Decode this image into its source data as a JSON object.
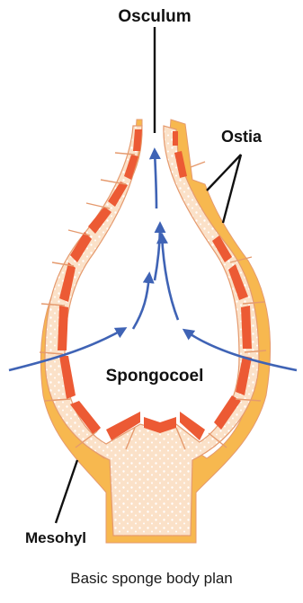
{
  "labels": {
    "osculum": "Osculum",
    "ostia": "Ostia",
    "spongocoel": "Spongocoel",
    "mesohyl": "Mesohyl"
  },
  "caption": "Basic sponge body plan",
  "colors": {
    "mesohyl_fill": "#fbe1c8",
    "mesohyl_dots": "#ffffff",
    "choanocyte": "#ec5a34",
    "pinacoderm": "#f7b84f",
    "segment_edge": "#e59a6e",
    "water_flow": "#3f63b5",
    "leader_line": "#111111"
  }
}
